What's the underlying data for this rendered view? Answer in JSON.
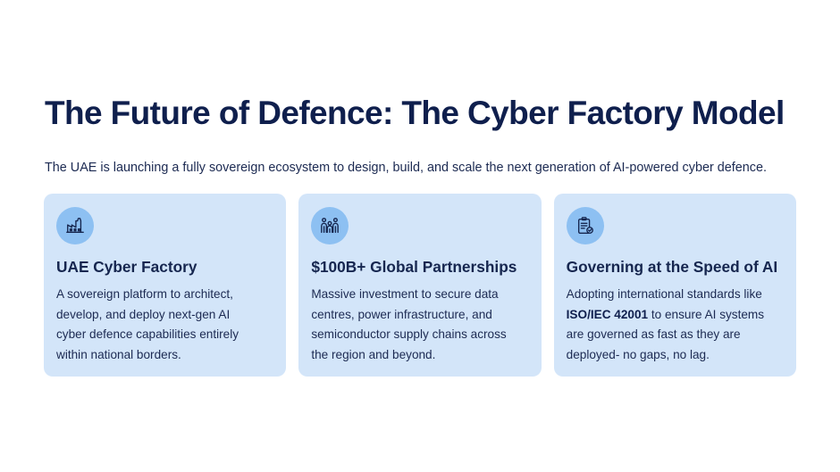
{
  "slide": {
    "title": "The Future of Defence: The Cyber Factory Model",
    "subtitle": "The UAE is launching a fully sovereign ecosystem to design, build, and scale the next generation of AI-powered cyber defence."
  },
  "cards": [
    {
      "icon": "factory-icon",
      "title": "UAE Cyber Factory",
      "body_lines": [
        "A sovereign platform to architect,",
        "develop, and deploy next-gen AI",
        "cyber defence capabilities entirely",
        "within national borders."
      ]
    },
    {
      "icon": "team-icon",
      "title": "$100B+ Global Partnerships",
      "body_lines": [
        "Massive investment to secure data",
        "centres, power infrastructure, and",
        "semiconductor supply chains across",
        "the region and beyond."
      ]
    },
    {
      "icon": "clipboard-check-icon",
      "title": "Governing at the Speed of AI",
      "body_line1": "Adopting international standards like",
      "body_bold": "ISO/IEC 42001",
      "body_line2_rest": " to ensure AI systems",
      "body_line3": "are governed as fast as they are",
      "body_line4": "deployed- no gaps, no lag."
    }
  ],
  "colors": {
    "card_background": "#d3e5f9",
    "icon_circle": "#8dc0f2",
    "title_text": "#0f1f4d"
  }
}
